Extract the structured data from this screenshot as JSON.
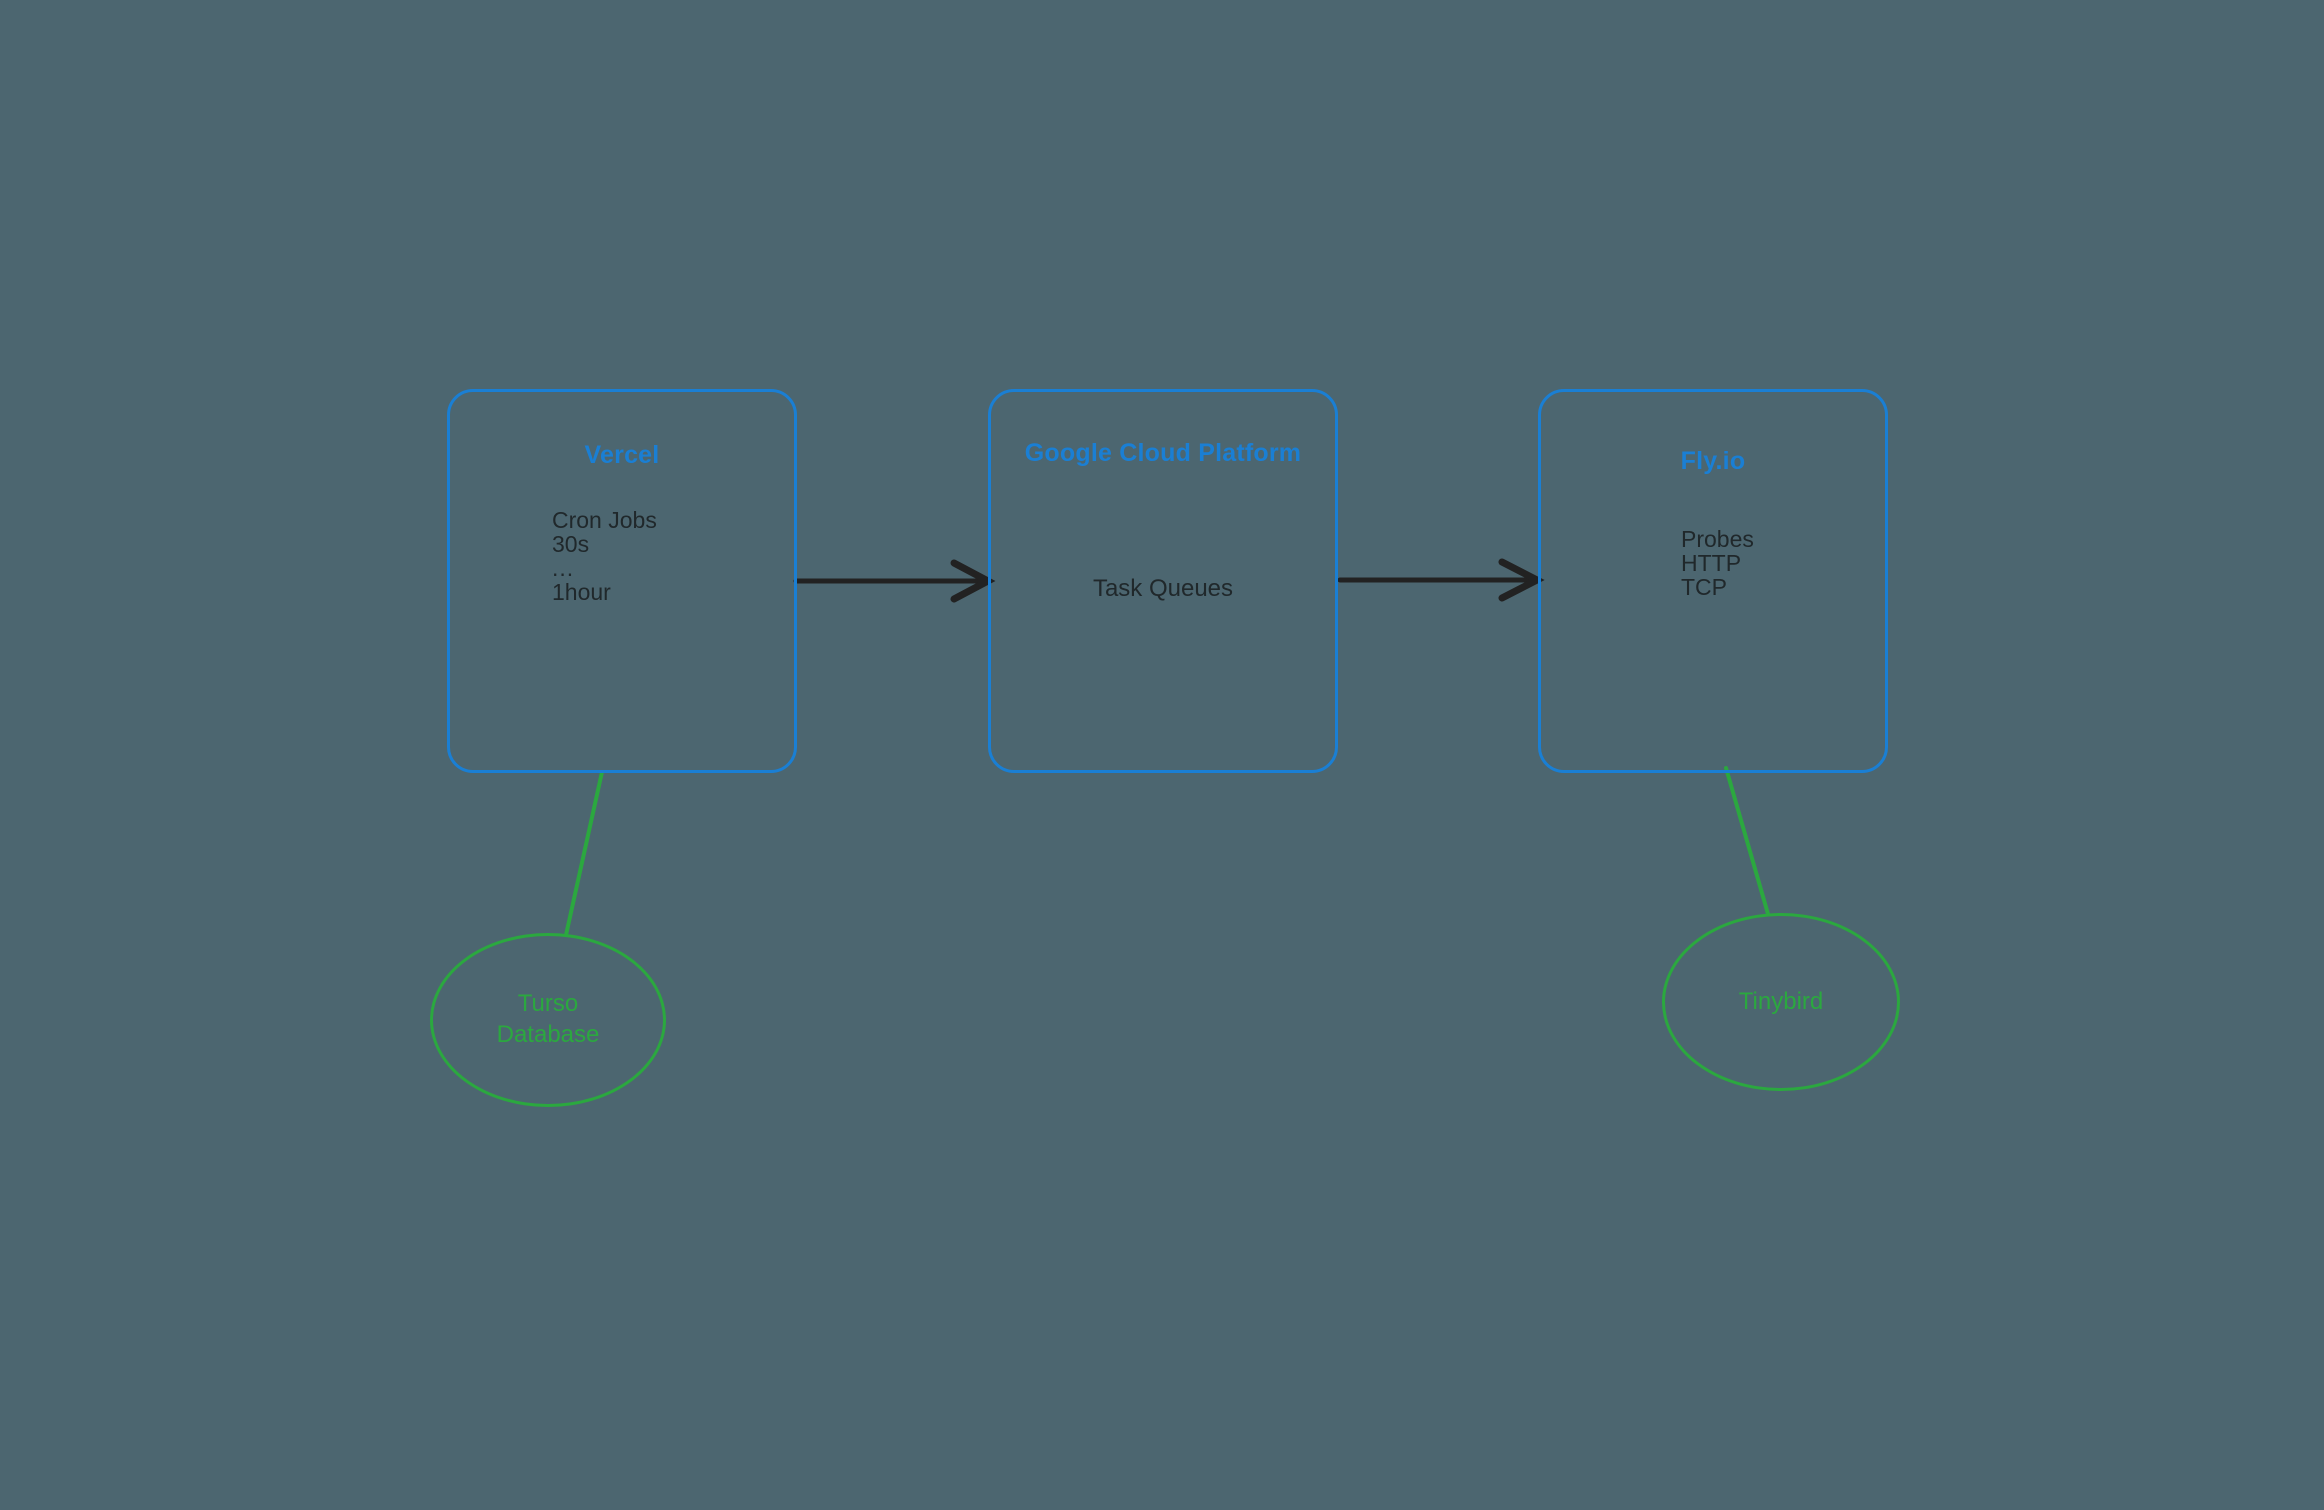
{
  "diagram": {
    "background_color": "#4c6670",
    "box_border_color": "#1a7fd4",
    "box_title_color": "#1a7fd4",
    "box_text_color": "#20282b",
    "ellipse_color": "#2ba83f",
    "arrow_color": "#222222",
    "boxes": [
      {
        "id": "vercel",
        "title": "Vercel",
        "body_lines": [
          "Cron Jobs",
          "30s",
          "...",
          "1hour"
        ]
      },
      {
        "id": "gcp",
        "title": "Google Cloud Platform",
        "center_label": "Task Queues"
      },
      {
        "id": "flyio",
        "title": "Fly.io",
        "body_lines": [
          "Probes",
          "HTTP",
          "TCP"
        ]
      }
    ],
    "ellipses": [
      {
        "id": "turso",
        "lines": [
          "Turso",
          "Database"
        ]
      },
      {
        "id": "tinybird",
        "lines": [
          "Tinybird"
        ]
      }
    ],
    "connections": [
      {
        "id": "vercel-to-gcp",
        "kind": "arrow",
        "color": "#222222"
      },
      {
        "id": "gcp-to-flyio",
        "kind": "arrow",
        "color": "#222222"
      },
      {
        "id": "vercel-to-turso",
        "kind": "line",
        "color": "#2ba83f"
      },
      {
        "id": "flyio-to-tinybird",
        "kind": "line",
        "color": "#2ba83f"
      }
    ]
  }
}
